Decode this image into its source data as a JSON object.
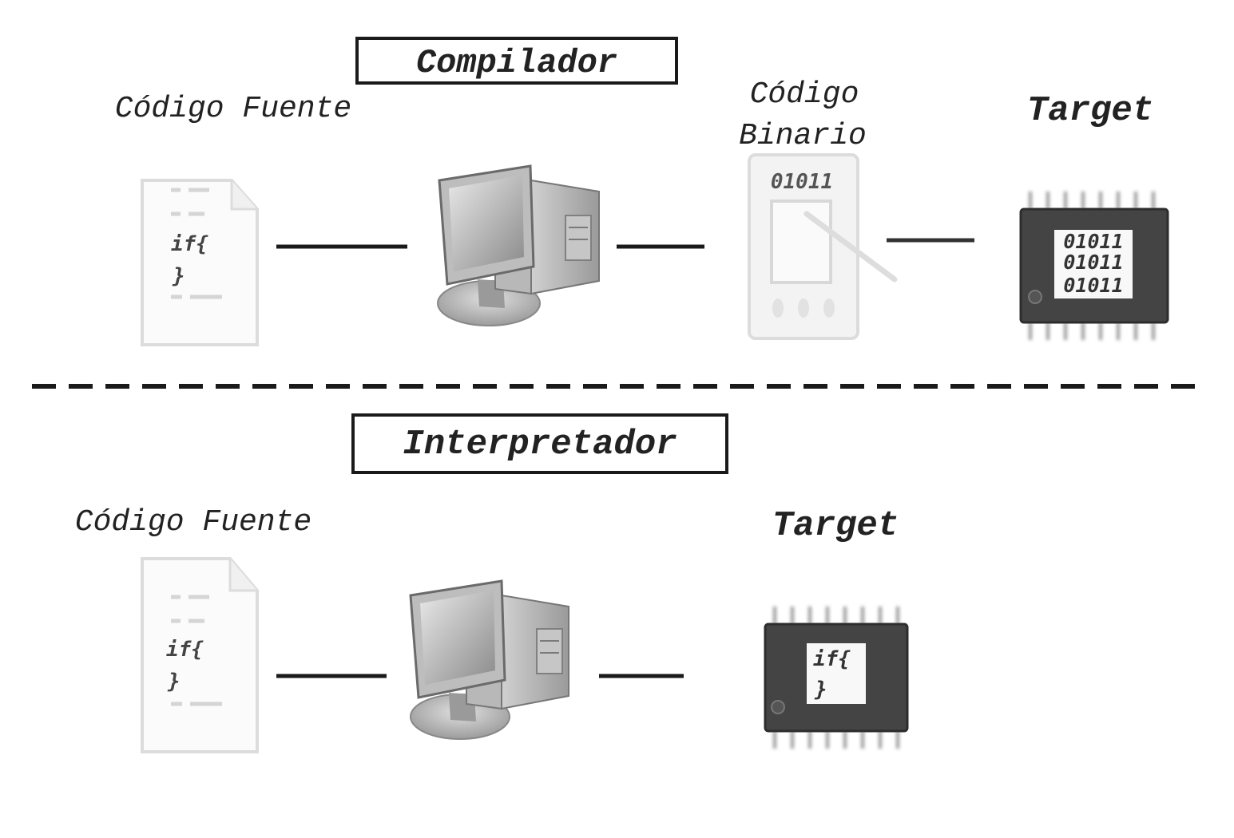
{
  "compiler": {
    "title": "Compilador",
    "source_label": "Código Fuente",
    "binary_label_line1": "Código",
    "binary_label_line2": "Binario",
    "target_label": "Target",
    "source_code_line1": "if{",
    "source_code_line2": "}",
    "binary_device_text": "01011",
    "chip_lines": [
      "01011",
      "01011",
      "01011"
    ]
  },
  "interpreter": {
    "title": "Interpretador",
    "source_label": "Código Fuente",
    "target_label": "Target",
    "source_code_line1": "if{",
    "source_code_line2": "}",
    "chip_code_line1": "if{",
    "chip_code_line2": "}"
  },
  "icons": {
    "document": "document-icon",
    "computer": "computer-icon",
    "device": "handheld-device-icon",
    "chip": "microchip-icon"
  }
}
